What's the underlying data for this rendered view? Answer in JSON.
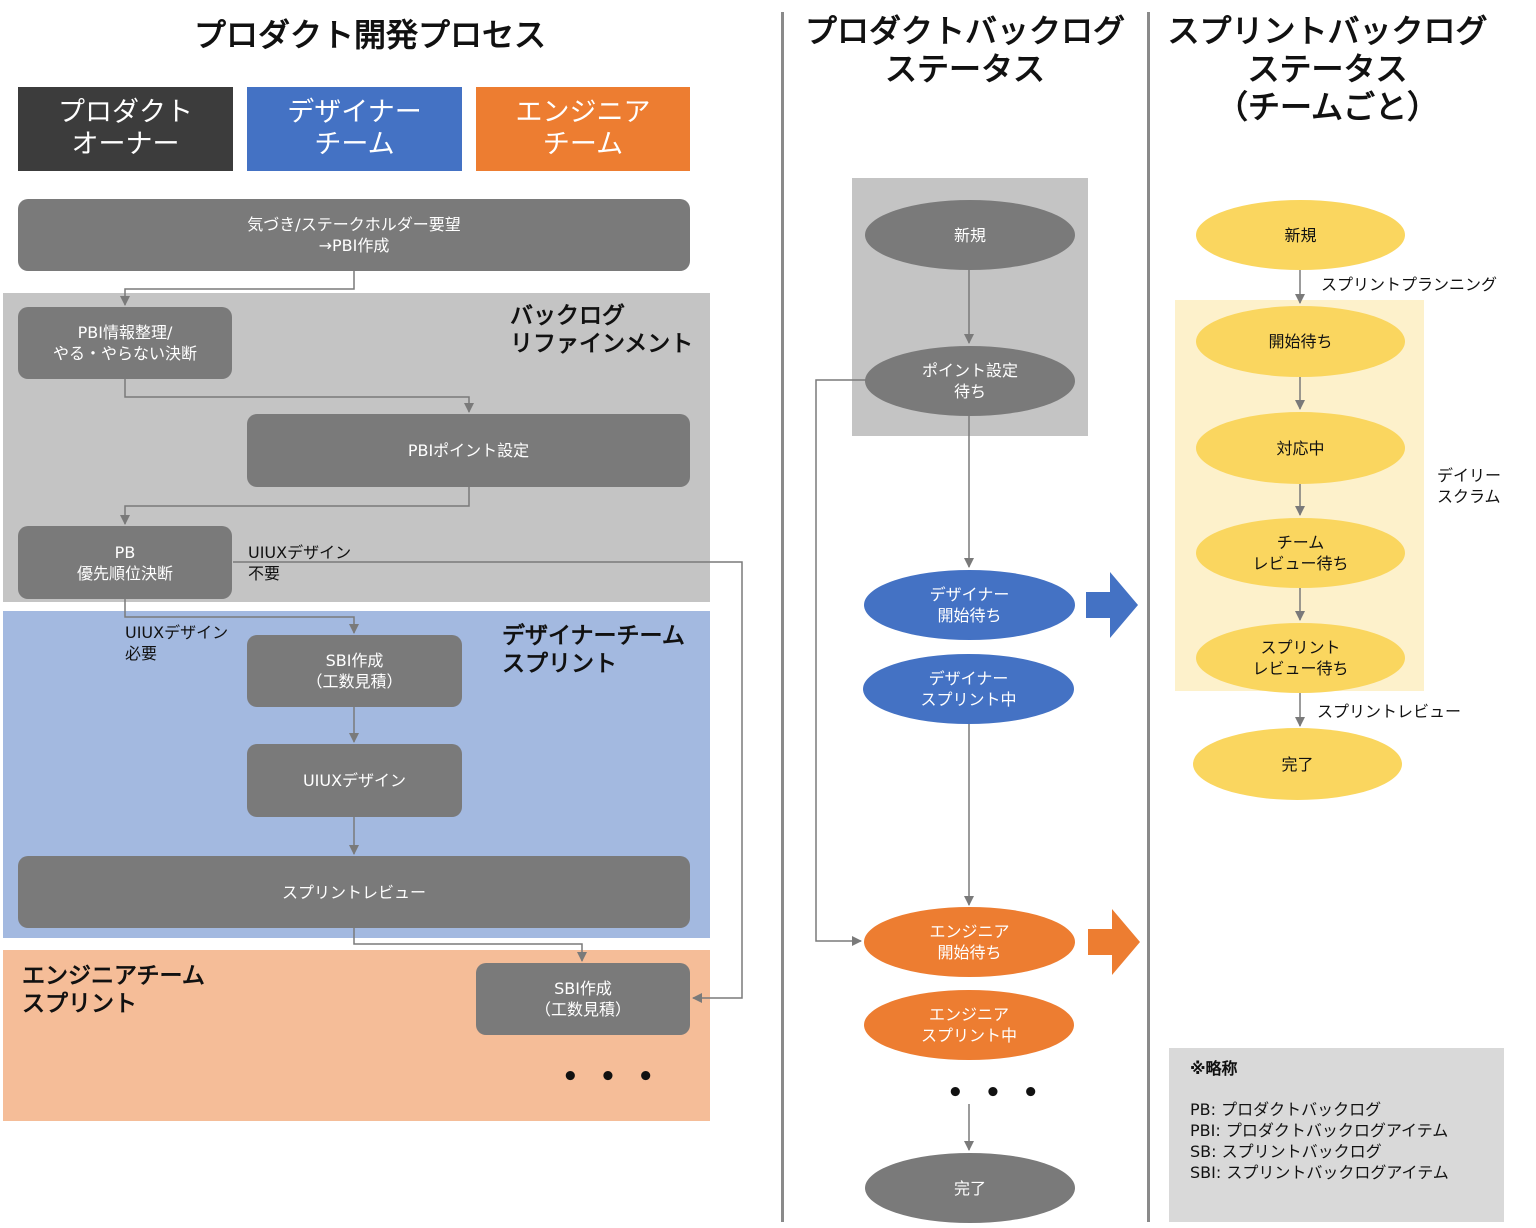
{
  "titles": {
    "process": "プロダクト開発プロセス",
    "pb_status": "プロダクトバックログ\nステータス",
    "sb_status": "スプリントバックログ\nステータス\n（チームごと）"
  },
  "roles": [
    {
      "label": "プロダクト\nオーナー",
      "color": "#3c3c3c"
    },
    {
      "label": "デザイナー\nチーム",
      "color": "#4472c4"
    },
    {
      "label": "エンジニア\nチーム",
      "color": "#ed7d31"
    }
  ],
  "process": {
    "request": "気づき/ステークホルダー要望\n→PBI作成",
    "refinement_label": "バックログ\nリファインメント",
    "pbi_sort": "PBI情報整理/\nやる・やらない決断",
    "pbi_point": "PBIポイント設定",
    "pb_priority": "PB\n優先順位決断",
    "no_design": "UIUXデザイン\n不要",
    "need_design": "UIUXデザイン\n必要",
    "designer_sprint_label": "デザイナーチーム\nスプリント",
    "sbi_create_d": "SBI作成\n（工数見積）",
    "uiux_design": "UIUXデザイン",
    "sprint_review": "スプリントレビュー",
    "engineer_sprint_label": "エンジニアチーム\nスプリント",
    "sbi_create_e": "SBI作成\n（工数見積）",
    "ellipsis": "• • •"
  },
  "pb_status": {
    "new": "新規",
    "point_wait": "ポイント設定\n待ち",
    "designer_wait": "デザイナー\n開始待ち",
    "designer_sprint": "デザイナー\nスプリント中",
    "engineer_wait": "エンジニア\n開始待ち",
    "engineer_sprint": "エンジニア\nスプリント中",
    "ellipsis": "• • •",
    "done": "完了"
  },
  "sb_status": {
    "new": "新規",
    "planning": "スプリントプランニング",
    "start_wait": "開始待ち",
    "in_progress": "対応中",
    "team_review": "チーム\nレビュー待ち",
    "sprint_review_wait": "スプリント\nレビュー待ち",
    "daily_scrum": "デイリー\nスクラム",
    "sprint_review": "スプリントレビュー",
    "done": "完了"
  },
  "legend": {
    "heading": "※略称",
    "lines": "PB: プロダクトバックログ\nPBI: プロダクトバックログアイテム\nSB: スプリントバックログ\nSBI: スプリントバックログアイテム"
  },
  "colors": {
    "gray_band": "#c4c4c4",
    "blue_band": "#a3b9e0",
    "orange_band": "#f5bd98",
    "yellow_band": "#fdf1cb",
    "box": "#7a7a7a",
    "legend_bg": "#d9d9d9"
  }
}
